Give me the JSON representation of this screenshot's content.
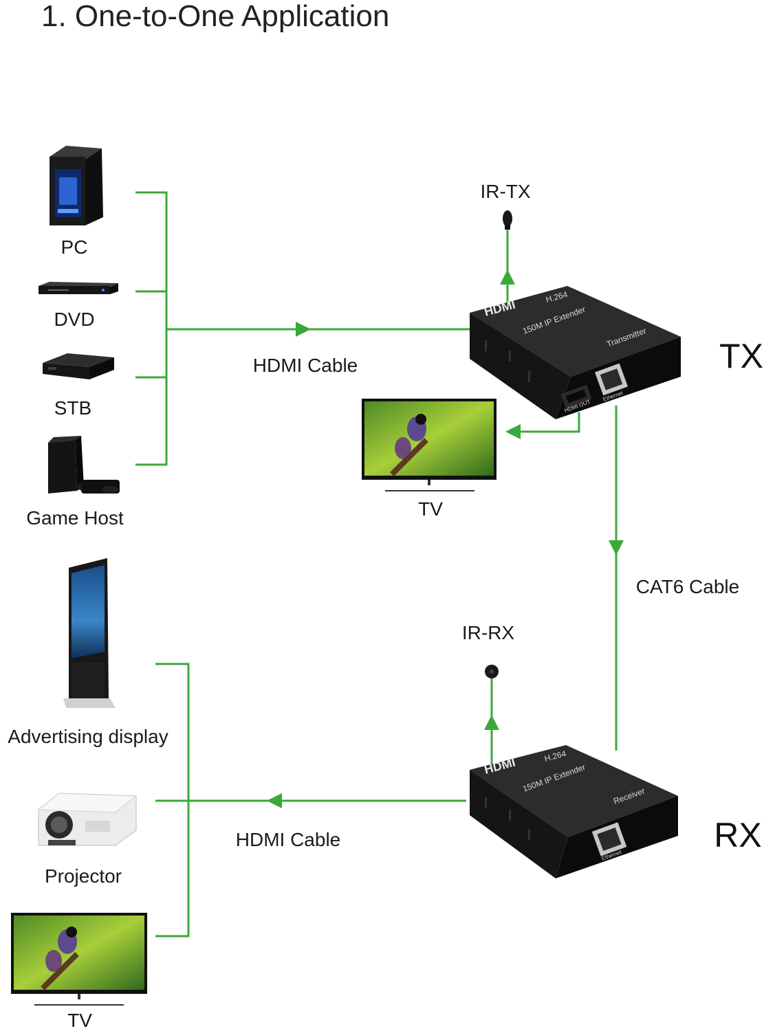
{
  "title": "1. One-to-One Application",
  "sources": {
    "pc": "PC",
    "dvd": "DVD",
    "stb": "STB",
    "game": "Game Host"
  },
  "sinks": {
    "advertising": "Advertising display",
    "projector": "Projector",
    "tv": "TV"
  },
  "transmitter": {
    "side_label": "TX",
    "ir_label": "IR-TX",
    "tv_label": "TV",
    "logo": "HDMI",
    "codec": "H.264",
    "model": "150M IP Extender",
    "role": "Transmitter",
    "port_hdmi": "HDMI OUT",
    "port_lan": "Ethernet"
  },
  "receiver": {
    "side_label": "RX",
    "ir_label": "IR-RX",
    "logo": "HDMI",
    "codec": "H.264",
    "model": "150M IP Extender",
    "role": "Receiver",
    "port_lan": "Ethernet"
  },
  "cables": {
    "hdmi_in": "HDMI Cable",
    "cat6": "CAT6 Cable",
    "hdmi_out": "HDMI Cable"
  },
  "colors": {
    "wire": "#3aa93a",
    "device": "#151515"
  }
}
